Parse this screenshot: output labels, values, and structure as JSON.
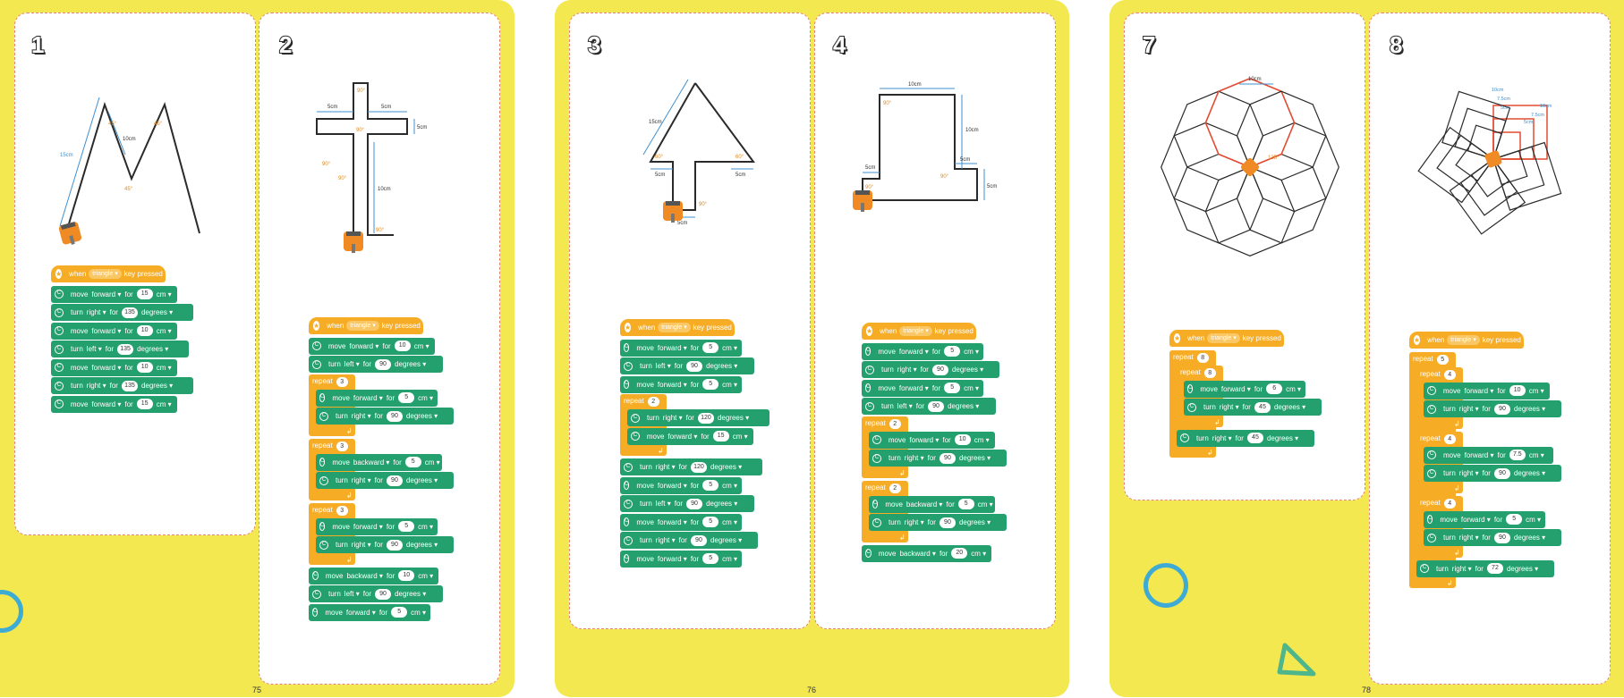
{
  "colors": {
    "page_bg": "#f3e84f",
    "panel_border": "#e48468",
    "motion_block": "#23a06d",
    "control_block": "#f6ad25",
    "path_line": "#2a2a2a",
    "dimension_line": "#3f8fd0",
    "angle_label": "#e08a1e",
    "highlight_shape": "#e24b32"
  },
  "page_numbers": [
    "75",
    "76",
    "78"
  ],
  "panels": [
    {
      "number": "1",
      "dims": {
        "d1": "15cm",
        "d2": "10cm",
        "a1": "45°",
        "a2": "45°",
        "a3": "45°"
      },
      "program": [
        {
          "kind": "hat",
          "label": "when",
          "key": "triangle",
          "tail": "key pressed"
        },
        {
          "kind": "move",
          "direction": "forward",
          "value": "15",
          "unit": "cm"
        },
        {
          "kind": "turn",
          "direction": "right",
          "value": "135",
          "unit": "degrees"
        },
        {
          "kind": "move",
          "direction": "forward",
          "value": "10",
          "unit": "cm"
        },
        {
          "kind": "turn",
          "direction": "left",
          "value": "135",
          "unit": "degrees"
        },
        {
          "kind": "move",
          "direction": "forward",
          "value": "10",
          "unit": "cm"
        },
        {
          "kind": "turn",
          "direction": "right",
          "value": "135",
          "unit": "degrees"
        },
        {
          "kind": "move",
          "direction": "forward",
          "value": "15",
          "unit": "cm"
        }
      ]
    },
    {
      "number": "2",
      "dims": {
        "d1": "5cm",
        "d2": "5cm",
        "d3": "5cm",
        "d4": "10cm",
        "a1": "90°",
        "a2": "90°",
        "a3": "90°",
        "a4": "90°",
        "a5": "90°"
      },
      "program": [
        {
          "kind": "hat",
          "label": "when",
          "key": "triangle",
          "tail": "key pressed"
        },
        {
          "kind": "move",
          "direction": "forward",
          "value": "10",
          "unit": "cm"
        },
        {
          "kind": "turn",
          "direction": "left",
          "value": "90",
          "unit": "degrees"
        },
        {
          "kind": "repeat",
          "count": "3",
          "body": [
            {
              "kind": "move",
              "direction": "forward",
              "value": "5",
              "unit": "cm"
            },
            {
              "kind": "turn",
              "direction": "right",
              "value": "90",
              "unit": "degrees"
            }
          ]
        },
        {
          "kind": "repeat",
          "count": "3",
          "body": [
            {
              "kind": "move",
              "direction": "backward",
              "value": "5",
              "unit": "cm"
            },
            {
              "kind": "turn",
              "direction": "right",
              "value": "90",
              "unit": "degrees"
            }
          ]
        },
        {
          "kind": "repeat",
          "count": "3",
          "body": [
            {
              "kind": "move",
              "direction": "forward",
              "value": "5",
              "unit": "cm"
            },
            {
              "kind": "turn",
              "direction": "right",
              "value": "90",
              "unit": "degrees"
            }
          ]
        },
        {
          "kind": "move",
          "direction": "backward",
          "value": "10",
          "unit": "cm"
        },
        {
          "kind": "turn",
          "direction": "left",
          "value": "90",
          "unit": "degrees"
        },
        {
          "kind": "move",
          "direction": "forward",
          "value": "5",
          "unit": "cm"
        }
      ]
    },
    {
      "number": "3",
      "dims": {
        "d1": "15cm",
        "d2": "5cm",
        "d3": "5cm",
        "d4": "5cm",
        "a1": "60°",
        "a2": "60°",
        "a3": "90°"
      },
      "program": [
        {
          "kind": "hat",
          "label": "when",
          "key": "triangle",
          "tail": "key pressed"
        },
        {
          "kind": "move",
          "direction": "forward",
          "value": "5",
          "unit": "cm"
        },
        {
          "kind": "turn",
          "direction": "left",
          "value": "90",
          "unit": "degrees"
        },
        {
          "kind": "move",
          "direction": "forward",
          "value": "5",
          "unit": "cm"
        },
        {
          "kind": "repeat",
          "count": "2",
          "body": [
            {
              "kind": "turn",
              "direction": "right",
              "value": "120",
              "unit": "degrees"
            },
            {
              "kind": "move",
              "direction": "forward",
              "value": "15",
              "unit": "cm"
            }
          ]
        },
        {
          "kind": "turn",
          "direction": "right",
          "value": "120",
          "unit": "degrees"
        },
        {
          "kind": "move",
          "direction": "forward",
          "value": "5",
          "unit": "cm"
        },
        {
          "kind": "turn",
          "direction": "left",
          "value": "90",
          "unit": "degrees"
        },
        {
          "kind": "move",
          "direction": "forward",
          "value": "5",
          "unit": "cm"
        },
        {
          "kind": "turn",
          "direction": "right",
          "value": "90",
          "unit": "degrees"
        },
        {
          "kind": "move",
          "direction": "forward",
          "value": "5",
          "unit": "cm"
        }
      ]
    },
    {
      "number": "4",
      "dims": {
        "d1": "10cm",
        "d2": "10cm",
        "d3": "5cm",
        "d4": "5cm",
        "d5": "5cm",
        "a1": "90°",
        "a2": "90°",
        "a3": "90°"
      },
      "program": [
        {
          "kind": "hat",
          "label": "when",
          "key": "triangle",
          "tail": "key pressed"
        },
        {
          "kind": "move",
          "direction": "forward",
          "value": "5",
          "unit": "cm"
        },
        {
          "kind": "turn",
          "direction": "right",
          "value": "90",
          "unit": "degrees"
        },
        {
          "kind": "move",
          "direction": "forward",
          "value": "5",
          "unit": "cm"
        },
        {
          "kind": "turn",
          "direction": "left",
          "value": "90",
          "unit": "degrees"
        },
        {
          "kind": "repeat",
          "count": "2",
          "body": [
            {
              "kind": "move",
              "direction": "forward",
              "value": "10",
              "unit": "cm"
            },
            {
              "kind": "turn",
              "direction": "right",
              "value": "90",
              "unit": "degrees"
            }
          ]
        },
        {
          "kind": "repeat",
          "count": "2",
          "body": [
            {
              "kind": "move",
              "direction": "backward",
              "value": "5",
              "unit": "cm"
            },
            {
              "kind": "turn",
              "direction": "right",
              "value": "90",
              "unit": "degrees"
            }
          ]
        },
        {
          "kind": "move",
          "direction": "backward",
          "value": "20",
          "unit": "cm"
        }
      ]
    },
    {
      "number": "7",
      "dims": {
        "d1": "10cm",
        "a1": "135°"
      },
      "program": [
        {
          "kind": "hat",
          "label": "when",
          "key": "triangle",
          "tail": "key pressed"
        },
        {
          "kind": "repeat",
          "count": "8",
          "body": [
            {
              "kind": "repeat",
              "count": "8",
              "body": [
                {
                  "kind": "move",
                  "direction": "forward",
                  "value": "6",
                  "unit": "cm"
                },
                {
                  "kind": "turn",
                  "direction": "right",
                  "value": "45",
                  "unit": "degrees"
                }
              ]
            },
            {
              "kind": "turn",
              "direction": "right",
              "value": "45",
              "unit": "degrees"
            }
          ]
        }
      ]
    },
    {
      "number": "8",
      "dims": {
        "d1": "10cm",
        "d2": "7.5cm",
        "d3": "5cm",
        "d4": "5cm",
        "d5": "7.5cm",
        "d6": "10cm"
      },
      "program": [
        {
          "kind": "hat",
          "label": "when",
          "key": "triangle",
          "tail": "key pressed"
        },
        {
          "kind": "repeat",
          "count": "5",
          "body": [
            {
              "kind": "repeat",
              "count": "4",
              "body": [
                {
                  "kind": "move",
                  "direction": "forward",
                  "value": "10",
                  "unit": "cm"
                },
                {
                  "kind": "turn",
                  "direction": "right",
                  "value": "90",
                  "unit": "degrees"
                }
              ]
            },
            {
              "kind": "repeat",
              "count": "4",
              "body": [
                {
                  "kind": "move",
                  "direction": "forward",
                  "value": "7.5",
                  "unit": "cm"
                },
                {
                  "kind": "turn",
                  "direction": "right",
                  "value": "90",
                  "unit": "degrees"
                }
              ]
            },
            {
              "kind": "repeat",
              "count": "4",
              "body": [
                {
                  "kind": "move",
                  "direction": "forward",
                  "value": "5",
                  "unit": "cm"
                },
                {
                  "kind": "turn",
                  "direction": "right",
                  "value": "90",
                  "unit": "degrees"
                }
              ]
            },
            {
              "kind": "turn",
              "direction": "right",
              "value": "72",
              "unit": "degrees"
            }
          ]
        }
      ]
    }
  ]
}
